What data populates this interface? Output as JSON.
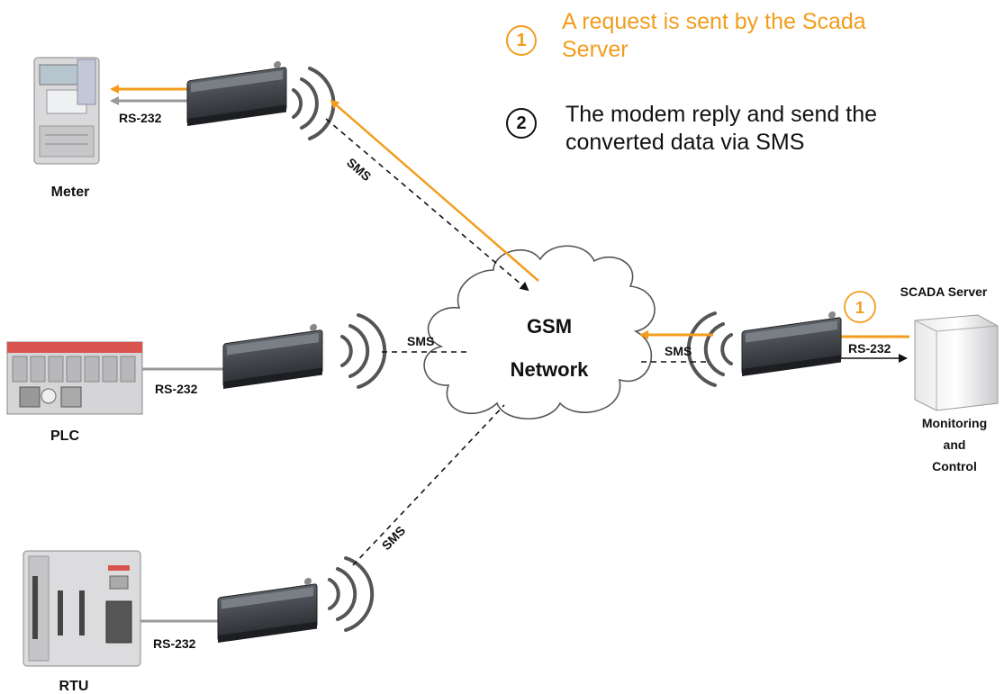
{
  "legend": {
    "step1": {
      "number": "1",
      "line1": "A request is sent by the Scada",
      "line2": "Server"
    },
    "step2": {
      "number": "2",
      "line1": "The modem reply and send the",
      "line2": "converted data via SMS"
    }
  },
  "network": {
    "line1": "GSM",
    "line2": "Network"
  },
  "devices": {
    "meter": "Meter",
    "plc": "PLC",
    "rtu": "RTU",
    "server_title": "SCADA Server",
    "server_caption": [
      "Monitoring",
      "and",
      "Control"
    ],
    "server_badge": "1"
  },
  "links": {
    "rs232": "RS-232",
    "sms": "SMS"
  },
  "colors": {
    "request": "#f29d1e",
    "reply": "#111111",
    "wired": "#999999",
    "cloud_stroke": "#555555"
  }
}
